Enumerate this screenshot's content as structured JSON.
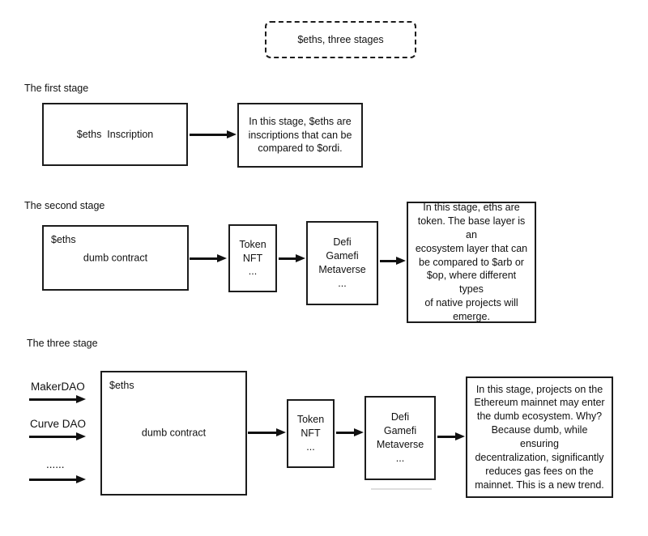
{
  "title_box": {
    "label": "$eths, three stages"
  },
  "stage1": {
    "label": "The first stage",
    "main_box": "$eths  Inscription",
    "desc": "In this stage, $eths are\ninscriptions that can be\ncompared to $ordi."
  },
  "stage2": {
    "label": "The second stage",
    "contract_box": {
      "tag": "$eths",
      "body": "dumb contract"
    },
    "token_box": "Token\nNFT\n...",
    "defi_box": "Defi\nGamefi\nMetaverse\n...",
    "desc": "In this stage, eths are\ntoken. The base layer is an\necosystem layer that can\nbe compared to $arb or\n$op, where different types\nof native projects will\nemerge."
  },
  "stage3": {
    "label": "The three stage",
    "inputs": [
      "MakerDAO",
      "Curve DAO",
      "......"
    ],
    "contract_box": {
      "tag": "$eths",
      "body": "dumb contract"
    },
    "token_box": "Token\nNFT\n...",
    "defi_box": "Defi\nGamefi\nMetaverse\n...",
    "desc": "In this stage, projects on the\nEthereum mainnet may enter\nthe dumb ecosystem. Why?\nBecause dumb, while ensuring\ndecentralization, significantly\nreduces gas fees on the\nmainnet. This is a new trend."
  },
  "colors": {
    "line": "#111111",
    "border": "#1c1c1c",
    "background": "#ffffff"
  }
}
